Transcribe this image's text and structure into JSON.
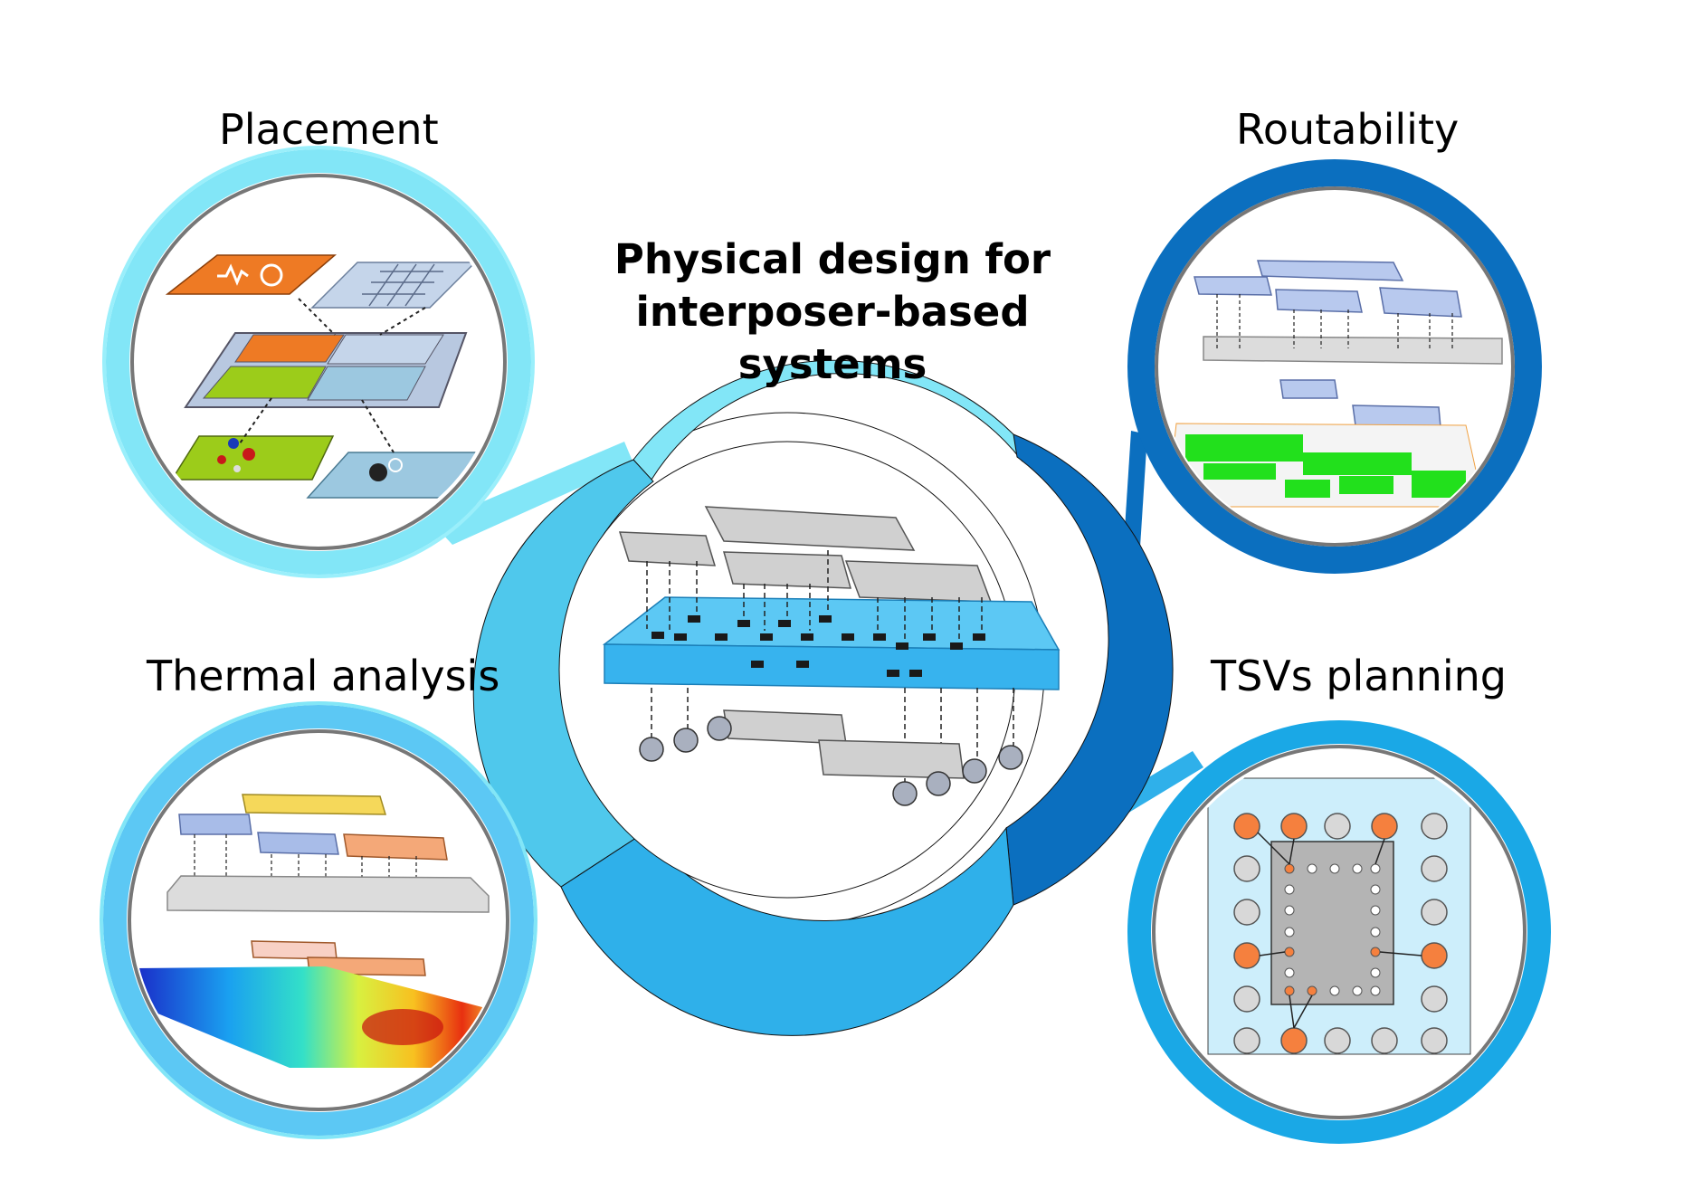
{
  "title": {
    "line1": "Physical design for",
    "line2": "interposer-based systems"
  },
  "topics": {
    "placement": "Placement",
    "routability": "Routability",
    "thermal": "Thermal analysis",
    "tsv": "TSVs planning"
  },
  "colors": {
    "ring_light": "#82e6f7",
    "ring_mid": "#4fc8ec",
    "ring_sky": "#2fb0ea",
    "ring_dark": "#0b6fbf",
    "interposer_blue": "#3fb8f0",
    "die_grey": "#c9c9c9",
    "pad_black": "#1a1a1a",
    "tsv_orange": "#f5803e",
    "routing_green": "#22e01c"
  },
  "icons": [
    "waveform-icon",
    "gauge-icon",
    "molecule-icon",
    "gears-icon"
  ]
}
